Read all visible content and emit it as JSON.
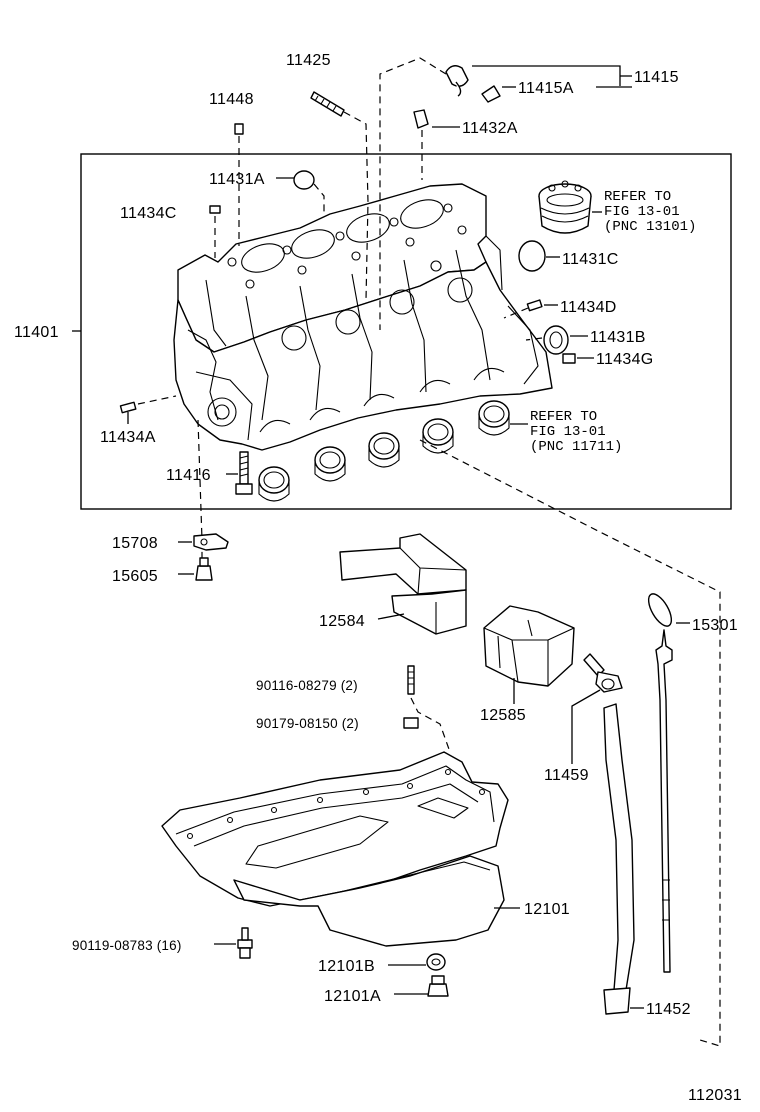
{
  "diagram_id": "112031",
  "labels": {
    "p11425": "11425",
    "p11448": "11448",
    "p11415A": "11415A",
    "p11415": "11415",
    "p11432A": "11432A",
    "p11431A": "11431A",
    "p11434C": "11434C",
    "p11431C": "11431C",
    "p11434D": "11434D",
    "p11431B": "11431B",
    "p11434G": "11434G",
    "p11401": "11401",
    "p11434A": "11434A",
    "p11416": "11416",
    "p15708": "15708",
    "p15605": "15605",
    "p12584": "12584",
    "p12585": "12585",
    "p15301": "15301",
    "p90116": "90116-08279 (2)",
    "p90179": "90179-08150 (2)",
    "p11459": "11459",
    "p12101": "12101",
    "p90119": "90119-08783 (16)",
    "p12101B": "12101B",
    "p12101A": "12101A",
    "p11452": "11452"
  },
  "refs": {
    "piston": {
      "line1": "REFER TO",
      "line2": "FIG 13-01",
      "line3": "(PNC 13101)"
    },
    "bearing": {
      "line1": "REFER TO",
      "line2": "FIG 13-01",
      "line3": "(PNC 11711)"
    }
  }
}
